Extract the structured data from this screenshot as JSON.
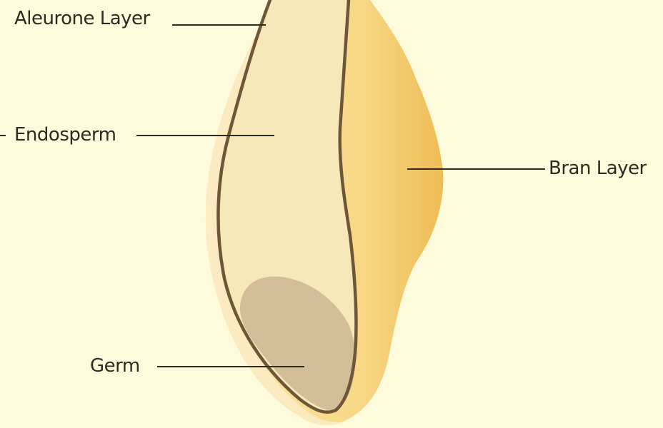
{
  "labels": {
    "aleurone": "Aleurone Layer",
    "endosperm": "Endosperm",
    "bran": "Bran Layer",
    "germ": "Germ"
  },
  "colors": {
    "background": "#fdfbdc",
    "bran_outer": "#f9dd8e",
    "bran_shade": "#f1c35e",
    "endosperm": "#f6e8b9",
    "aleurone_line": "#6e5638",
    "germ": "#d4bd99",
    "leader_line": "#2f2a22"
  }
}
